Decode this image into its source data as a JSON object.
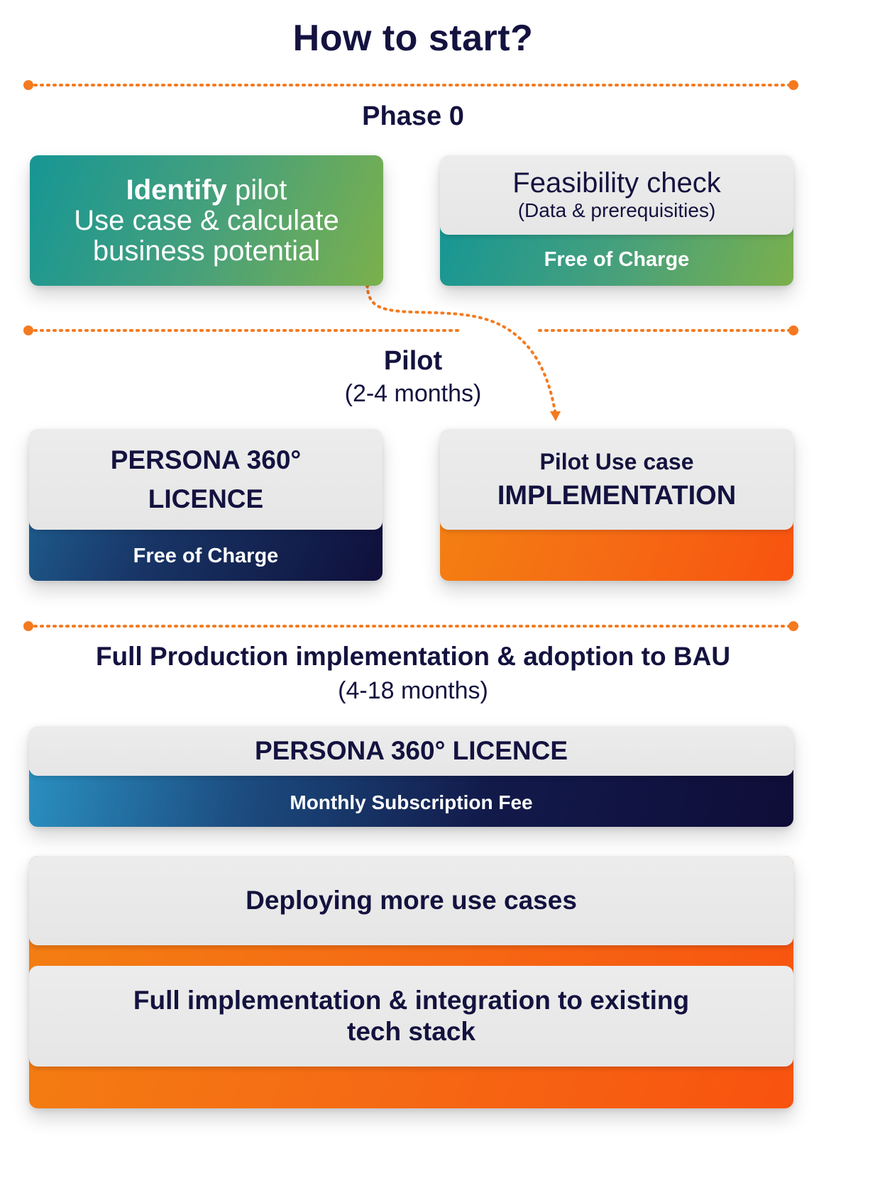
{
  "title": "How to start?",
  "phase0": {
    "title": "Phase 0",
    "identify": {
      "bold": "Identify",
      "line1_rest": " pilot",
      "line2": "Use case & calculate",
      "line3": "business potential"
    },
    "feasibility": {
      "title": "Feasibility check",
      "subtitle": "(Data & prerequisities)",
      "footer": "Free of Charge"
    }
  },
  "pilot": {
    "title": "Pilot",
    "duration": "(2-4 months)",
    "licence": {
      "line1": "PERSONA 360°",
      "line2": "LICENCE",
      "footer": "Free of Charge"
    },
    "implementation": {
      "line1": "Pilot Use case",
      "line2": "IMPLEMENTATION"
    }
  },
  "production": {
    "title": "Full Production implementation & adoption to BAU",
    "duration": "(4-18 months)",
    "licence": {
      "title": "PERSONA 360° LICENCE",
      "footer": "Monthly Subscription Fee"
    },
    "deploying": "Deploying more use cases",
    "full_impl": {
      "line1": "Full implementation & integration to existing",
      "line2": "tech stack"
    }
  },
  "colors": {
    "navy_text": "#14123f",
    "orange": "#f47a1f",
    "teal": "#169694",
    "green": "#7bb04c"
  }
}
